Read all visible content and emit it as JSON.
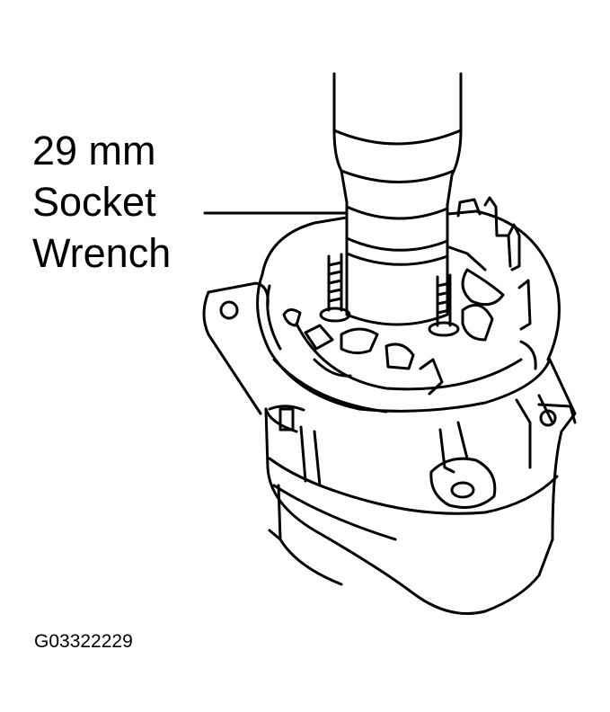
{
  "callout": {
    "lines": [
      "29 mm",
      "Socket",
      "Wrench"
    ]
  },
  "figure_id": "G03322229",
  "colors": {
    "ink": "#000000",
    "paper": "#ffffff"
  }
}
